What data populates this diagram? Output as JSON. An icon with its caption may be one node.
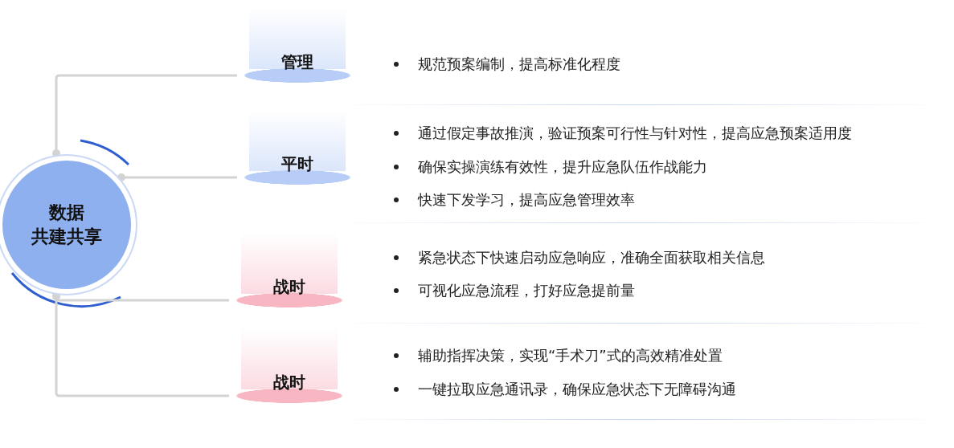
{
  "diagram": {
    "nodes": [
      {
        "text": [
          "数据",
          "共建共享"
        ]
      },
      {
        "text": [
          "管理"
        ]
      },
      {
        "text": [
          "平时"
        ]
      },
      {
        "text": [
          "战时"
        ]
      },
      {
        "text": [
          "战时"
        ]
      }
    ],
    "edges": [
      {
        "from": 0,
        "to": 1,
        "arrow": "other"
      },
      {
        "from": 0,
        "to": 2,
        "arrow": "other"
      },
      {
        "from": 0,
        "to": 3,
        "arrow": "other"
      },
      {
        "from": 0,
        "to": 4,
        "arrow": "other"
      }
    ],
    "labels": [
      "规范预案编制，提高标准化程度",
      "通过假定事故推演，验证预案可行性与针对性，提高应急预案适用度",
      "确保实操演练有效性，提升应急队伍作战能力",
      "快速下发学习，提高应急管理效率",
      "紧急状态下快速启动应急响应，准确全面获取相关信息",
      "可视化应急流程，打好应急提前量",
      "辅助指挥决策，实现“手术刀”式的高效精准处置",
      "一键拉取应急通讯录，确保应急状态下无障碍沟通"
    ]
  }
}
